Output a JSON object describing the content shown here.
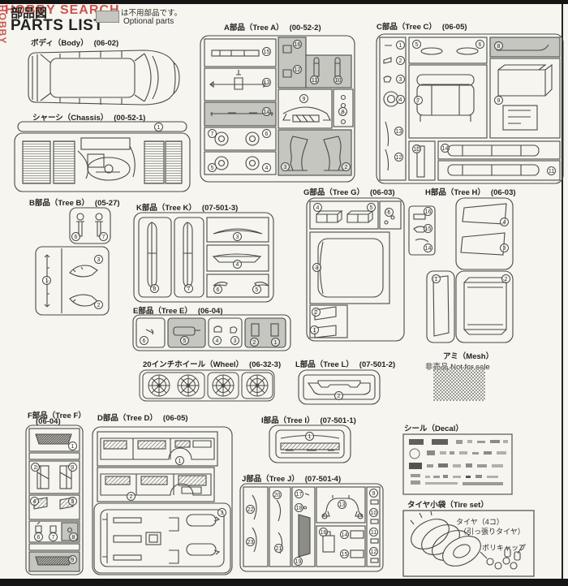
{
  "header": {
    "watermark": "HOBBY SEARCH",
    "watermark_side": "HOBBY",
    "title_jp": "部品図",
    "title_en": "PARTS LIST",
    "optional_jp": "は不用部品です。",
    "optional_en": "Optional parts"
  },
  "colors": {
    "accent_red": "#c8372e",
    "optional_gray": "#c6c6c1",
    "line": "#4a4a46"
  },
  "sections": {
    "body": {
      "label": "ボディ（Body）",
      "code": "(06-02)"
    },
    "chassis": {
      "label": "シャーシ（Chassis）",
      "code": "(00-52-1)",
      "nums": [
        "1"
      ]
    },
    "tree_a": {
      "label": "A部品（Tree A）",
      "code": "(00-52-2)",
      "nums": [
        "15",
        "13",
        "14",
        "7",
        "6",
        "5",
        "4",
        "16",
        "12",
        "11",
        "10",
        "9",
        "8",
        "3",
        "2"
      ]
    },
    "tree_b": {
      "label": "B部品（Tree B）",
      "code": "(05-27)",
      "nums": [
        "6",
        "7",
        "1",
        "3",
        "2"
      ]
    },
    "tree_c": {
      "label": "C部品（Tree C）",
      "code": "(06-05)",
      "nums": [
        "1",
        "2",
        "3",
        "4",
        "13",
        "12",
        "5",
        "6",
        "8",
        "7",
        "9",
        "10",
        "14",
        "11"
      ]
    },
    "tree_d": {
      "label": "D部品（Tree D）",
      "code": "(06-05)",
      "nums": [
        "1",
        "2",
        "3"
      ]
    },
    "tree_e": {
      "label": "E部品（Tree E）",
      "code": "(06-04)",
      "nums": [
        "6",
        "5",
        "4",
        "3",
        "2",
        "1"
      ]
    },
    "tree_f": {
      "label": "F部品（Tree F）",
      "code": "(06-04)",
      "nums": [
        "1",
        "2",
        "3",
        "4",
        "5",
        "6",
        "7",
        "8",
        "9"
      ]
    },
    "tree_g": {
      "label": "G部品（Tree G）",
      "code": "(06-03)",
      "nums": [
        "4",
        "5",
        "6",
        "3",
        "2",
        "1"
      ],
      "side_nums": [
        "16",
        "15",
        "14"
      ]
    },
    "tree_h": {
      "label": "H部品（Tree H）",
      "code": "(06-03)",
      "nums": [
        "4",
        "3",
        "1",
        "2"
      ]
    },
    "tree_i": {
      "label": "I部品（Tree I）",
      "code": "(07-501-1)",
      "nums": [
        "1"
      ]
    },
    "tree_j": {
      "label": "J部品（Tree J）",
      "code": "(07-501-4)",
      "nums": [
        "22",
        "23",
        "20",
        "21",
        "17",
        "18",
        "19",
        "13",
        "16",
        "14",
        "15",
        "9",
        "10",
        "11",
        "12"
      ]
    },
    "tree_k": {
      "label": "K部品（Tree K）",
      "code": "(07-501-3)",
      "nums": [
        "8",
        "7",
        "3",
        "4",
        "6",
        "5"
      ]
    },
    "tree_l": {
      "label": "L部品（Tree L）",
      "code": "(07-501-2)",
      "nums": [
        "2"
      ]
    },
    "wheel": {
      "label": "20インチホイール（Wheel）",
      "code": "(06-32-3)"
    },
    "mesh": {
      "label": "アミ（Mesh）",
      "note": "非売品 Not for sale"
    },
    "decal": {
      "label": "シール（Decal）"
    },
    "tire": {
      "label": "タイヤ小袋（Tire set）",
      "tire_note1": "タイヤ（4コ）",
      "tire_note2": "（引っ張りタイヤ）",
      "polycap": "ポリキャップ"
    }
  }
}
